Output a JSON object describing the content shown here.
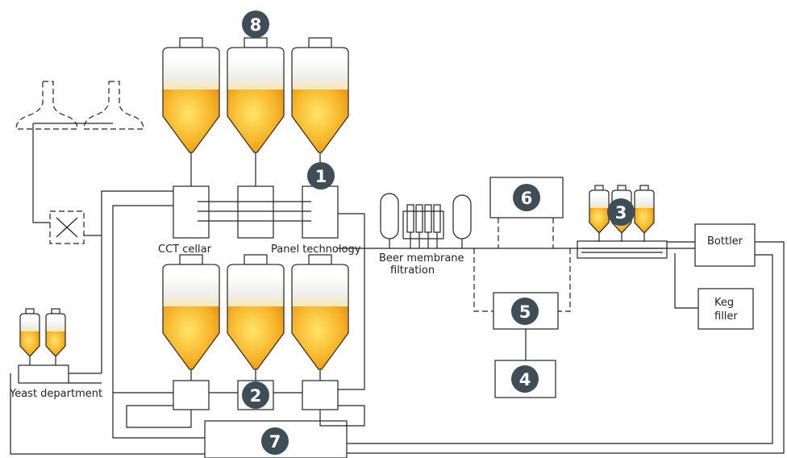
{
  "labels": {
    "cct_cellar": "CCT cellar",
    "panel_technology": "Panel technology",
    "beer_membrane_filtration_line1": "Beer membrane",
    "beer_membrane_filtration_line2": "filtration",
    "bottler": "Bottler",
    "keg_filler_line1": "Keg",
    "keg_filler_line2": "filler",
    "yeast_department": "Yeast department"
  },
  "badges": [
    "1",
    "2",
    "3",
    "4",
    "5",
    "6",
    "7",
    "8"
  ],
  "colors": {
    "badge": "#3e4d56",
    "beer_light": "#ffd84a",
    "beer_dark": "#e48a14",
    "foam": "#f1f1ef",
    "line": "#222222"
  }
}
